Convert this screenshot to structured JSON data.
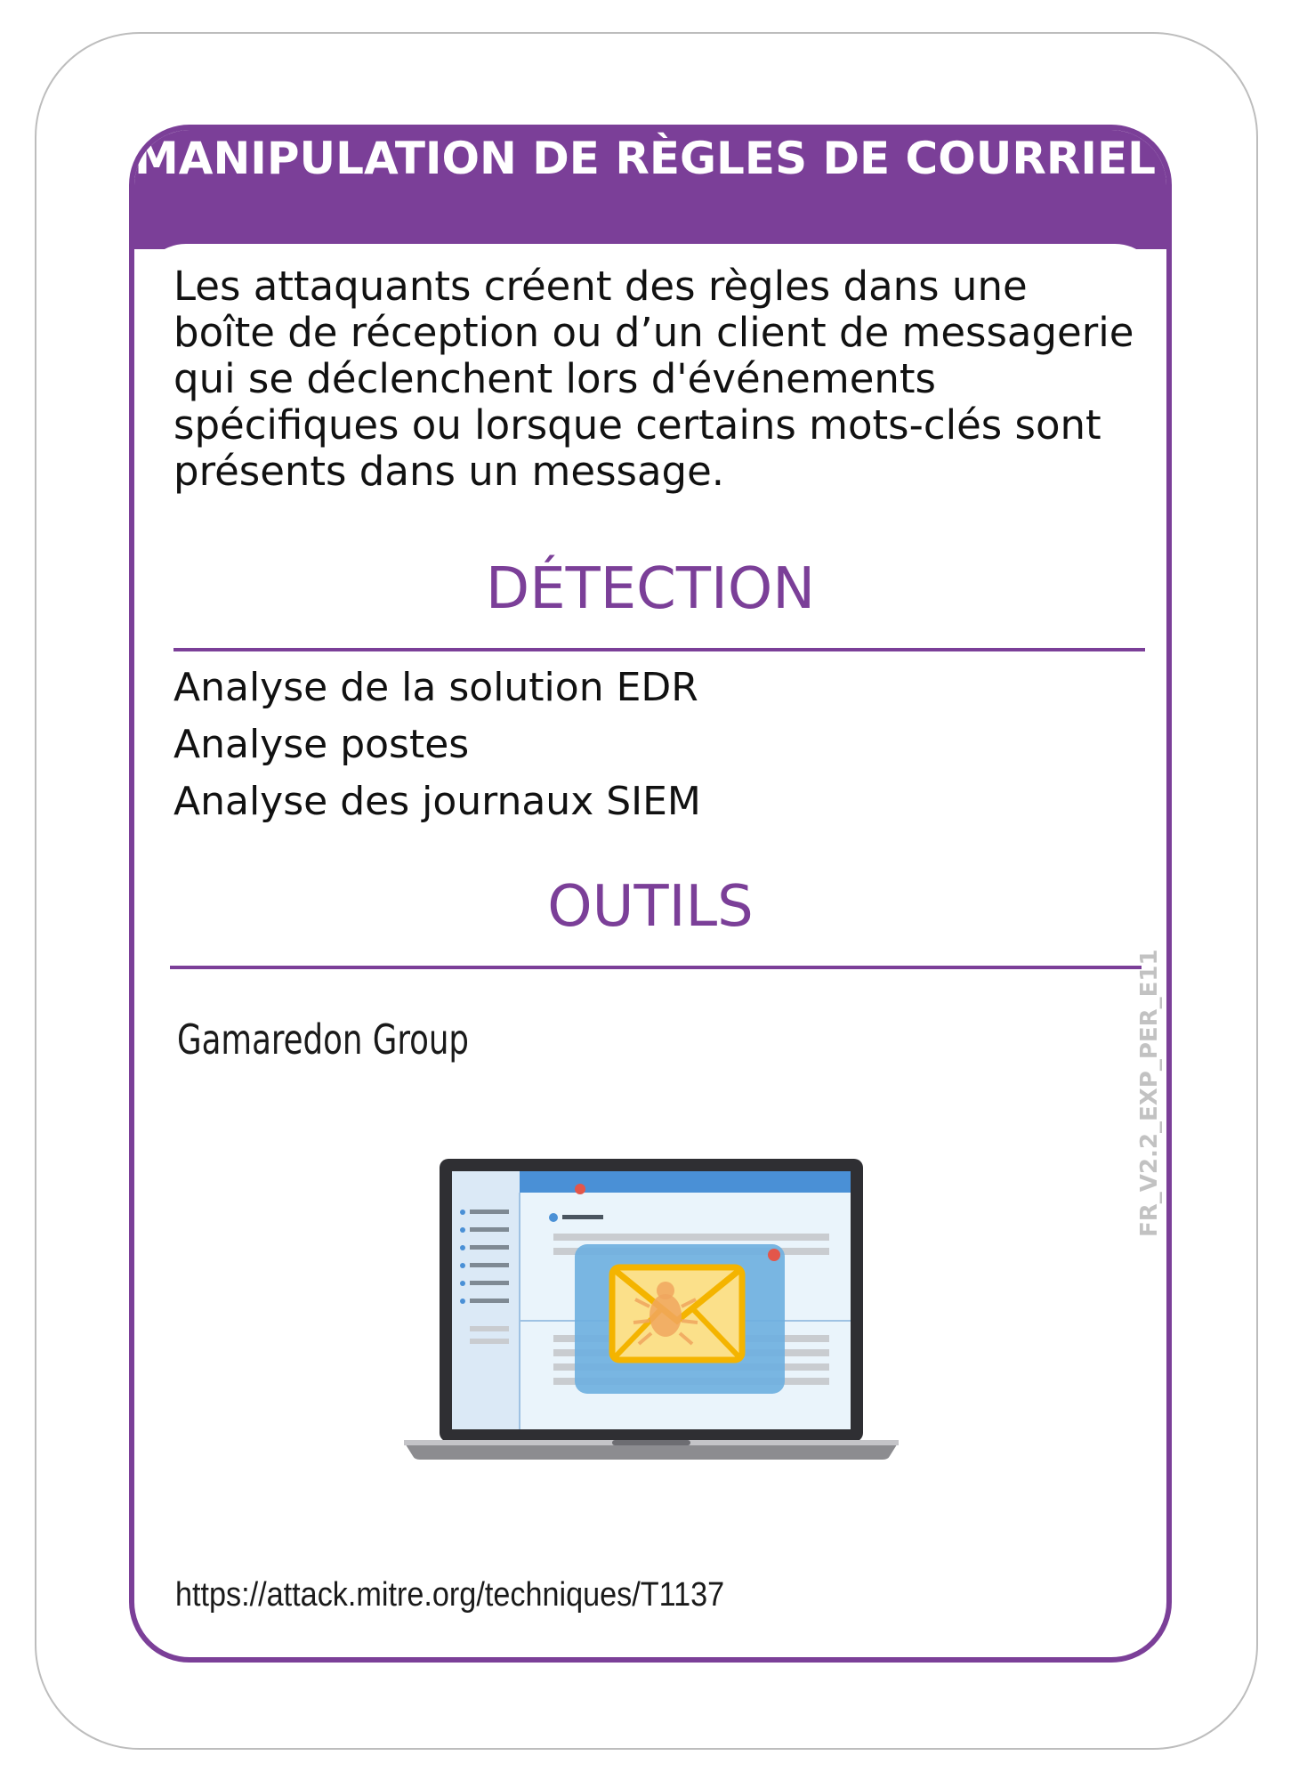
{
  "card": {
    "title": "MANIPULATION DE RÈGLES DE COURRIEL",
    "description": "Les attaquants créent des règles dans une boîte de réception ou d’un client de messagerie qui se déclenchent lors d'événements spécifiques ou lorsque certains mots-clés sont présents dans un message.",
    "detection": {
      "heading": "DÉTECTION",
      "items": [
        "Analyse de la solution EDR",
        "Analyse postes",
        "Analyse des journaux SIEM"
      ]
    },
    "tools": {
      "heading": "OUTILS",
      "items": [
        "Gamaredon Group"
      ]
    },
    "url": "https://attack.mitre.org/techniques/T1137",
    "card_code": "FR_V2.2_EXP_PER_E11",
    "illustration": "laptop-email-malware-icon",
    "colors": {
      "accent": "#7b3f98",
      "frame": "#bdbdbd",
      "text": "#111111"
    }
  }
}
